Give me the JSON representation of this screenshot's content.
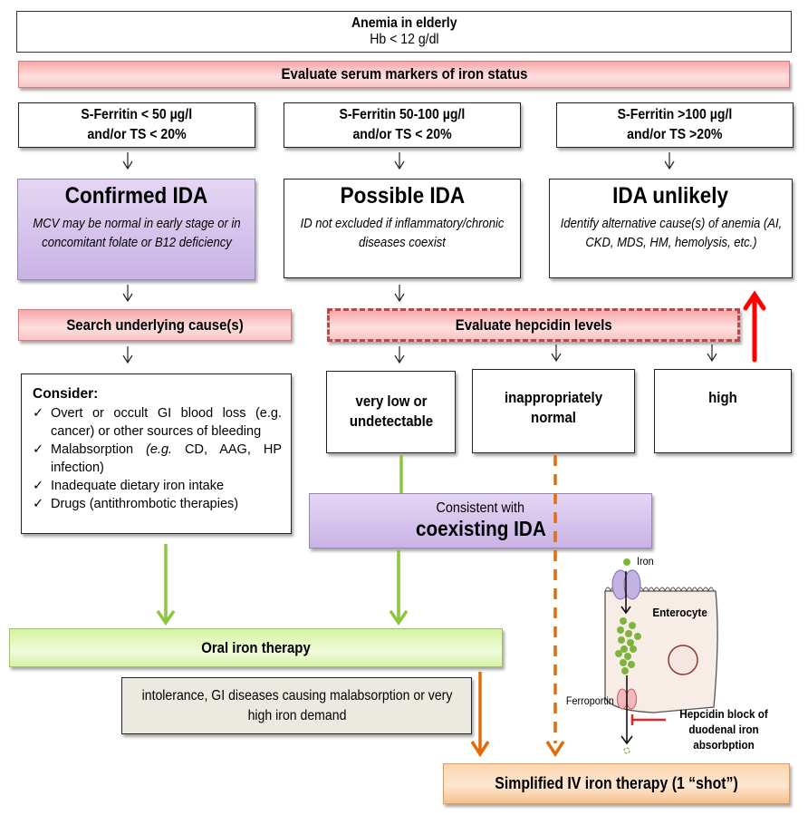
{
  "header": {
    "title": "Anemia in elderly",
    "subtitle": "Hb < 12 g/dl"
  },
  "evaluate_bar": "Evaluate serum markers of iron status",
  "criteria": [
    {
      "line1": "S-Ferritin < 50 µg/l",
      "line2": "and/or TS < 20%"
    },
    {
      "line1": "S-Ferritin 50-100 µg/l",
      "line2": "and/or TS < 20%"
    },
    {
      "line1": "S-Ferritin >100 µg/l",
      "line2": "and/or TS >20%"
    }
  ],
  "outcomes": [
    {
      "title": "Confirmed IDA",
      "note": "MCV may be normal in early stage or in concomitant folate or B12 deficiency",
      "color": "#d7c6ee"
    },
    {
      "title": "Possible IDA",
      "note": "ID not excluded if inflammatory/chronic diseases coexist"
    },
    {
      "title": "IDA unlikely",
      "note": "Identify alternative cause(s) of anemia (AI, CKD, MDS, HM, hemolysis, etc.)"
    }
  ],
  "search_cause": "Search underlying cause(s)",
  "hepcidin_bar": "Evaluate hepcidin levels",
  "consider": {
    "heading": "Consider:",
    "items": [
      {
        "text": "Overt or occult GI blood loss (e.g. cancer) or other sources of bleeding"
      },
      {
        "prefix": "Malabsorption ",
        "italic": "(e.g.",
        "text": " CD, AAG, HP infection)"
      },
      {
        "text": "Inadequate dietary  iron intake"
      },
      {
        "text": " Drugs (antithrombotic therapies)"
      }
    ]
  },
  "hepcidin_levels": [
    {
      "label": "very low or undetectable"
    },
    {
      "label": "inappropriately normal"
    },
    {
      "label": "high"
    }
  ],
  "coexisting": {
    "line1": "Consistent with",
    "line2": "coexisting IDA"
  },
  "oral_therapy": "Oral iron therapy",
  "oral_failure_note": "intolerance, GI diseases causing malabsorption or very high iron demand",
  "iv_therapy": "Simplified IV iron therapy (1 “shot”)",
  "enterocyte": {
    "iron_label": "Iron",
    "cell_label": "Enterocyte",
    "ferroportin_label": "Ferroportin",
    "block_label": "Hepcidin block of duodenal iron absorbption"
  },
  "colors": {
    "green_arrow": "#8cc63f",
    "orange_arrow": "#e36c0a",
    "red_arrow": "#ff0000",
    "dashed_border": "#b94a48",
    "iron_dot": "#7fb43c"
  },
  "checkmark": "✓"
}
